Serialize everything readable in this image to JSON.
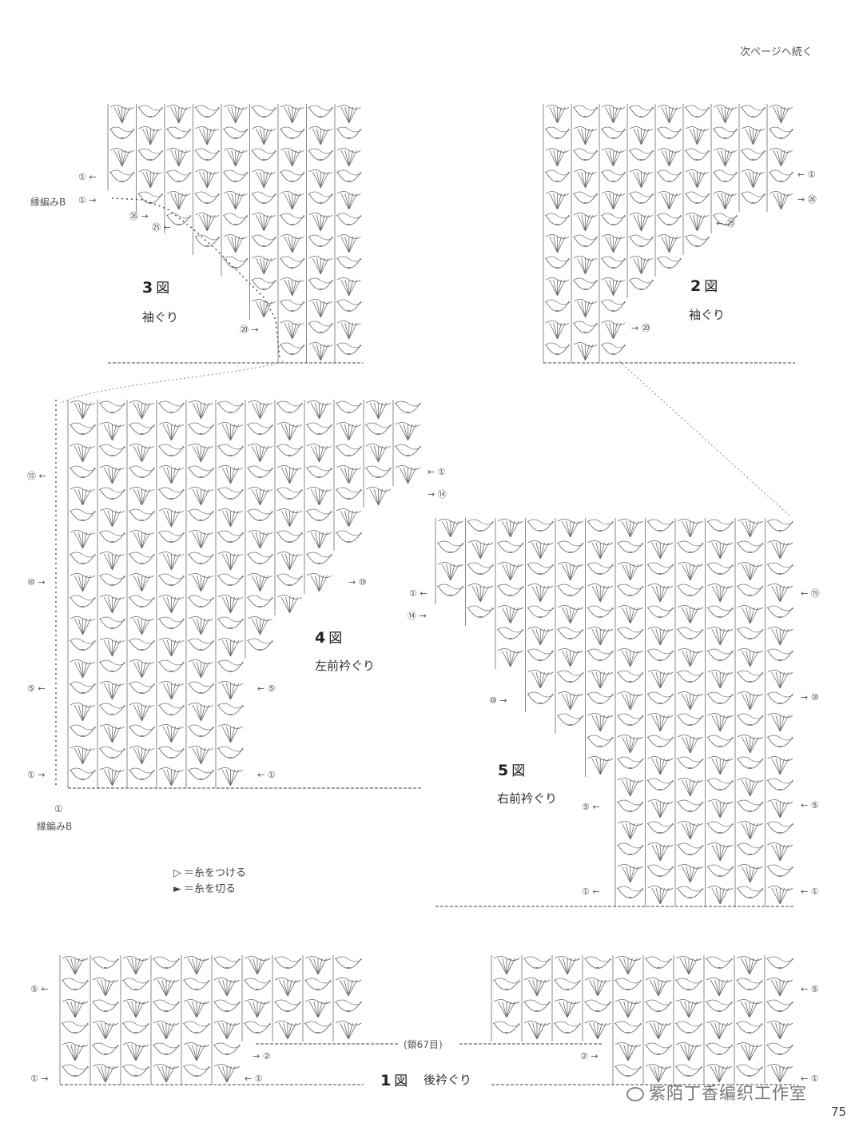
{
  "header": {
    "continue_note": "次ページへ続く"
  },
  "page_number": "75",
  "watermark": "紫陌丁香编织工作室",
  "legend": [
    {
      "symbol": "▷",
      "text": "＝糸をつける"
    },
    {
      "symbol": "►",
      "text": "＝糸を切る"
    }
  ],
  "edging_label": "縁編みB",
  "chain_label": "(鎖67目)",
  "figures": {
    "fig1": {
      "num": "1",
      "word": "図",
      "title": "後衿ぐり"
    },
    "fig2": {
      "num": "2",
      "word": "図",
      "title": "袖ぐり"
    },
    "fig3": {
      "num": "3",
      "word": "図",
      "title": "袖ぐり"
    },
    "fig4": {
      "num": "4",
      "word": "図",
      "title": "左前衿ぐり"
    },
    "fig5": {
      "num": "5",
      "word": "図",
      "title": "右前衿ぐり"
    }
  },
  "row_marks": {
    "r1": "①",
    "r2": "②",
    "r5": "⑤",
    "r10": "⑩",
    "r14": "⑭",
    "r15": "⑮",
    "r20": "⑳",
    "r25": "㉕",
    "r26": "㉖"
  }
}
